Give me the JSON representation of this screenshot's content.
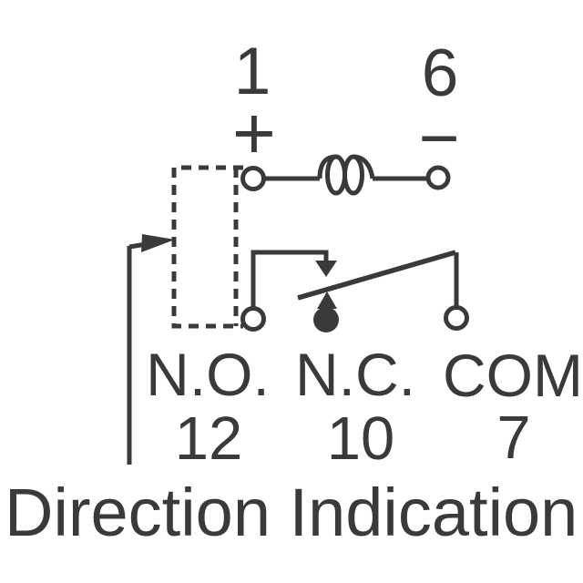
{
  "schematic": {
    "kind": "relay-internal-connection-diagram",
    "colors": {
      "ink": "#3a3a3c",
      "background": "#ffffff"
    },
    "coil": {
      "positive_pin": {
        "number": "1",
        "sign": "+"
      },
      "negative_pin": {
        "number": "6",
        "sign": "−"
      }
    },
    "contacts": {
      "normally_open": {
        "label": "N.O.",
        "pin": "12"
      },
      "normally_closed": {
        "label": "N.C.",
        "pin": "10"
      },
      "common": {
        "label": "COM",
        "pin": "7"
      }
    },
    "caption": "Direction Indication"
  }
}
